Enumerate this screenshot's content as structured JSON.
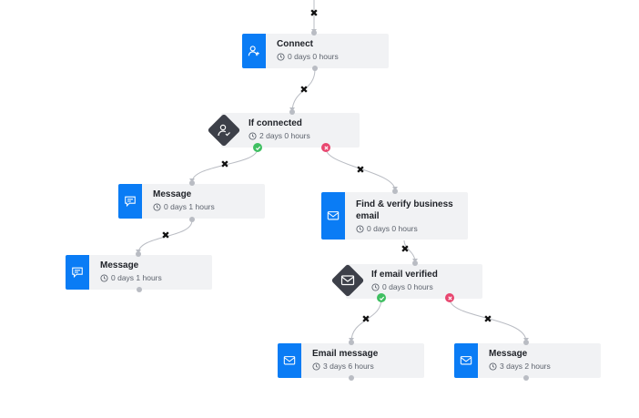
{
  "colors": {
    "action": "#0a7cf5",
    "condition": "#3d4049",
    "node_bg": "#f1f2f4",
    "yes": "#3fbf61",
    "no": "#e8466f"
  },
  "steps": {
    "connect": {
      "title": "Connect",
      "duration": "0 days 0 hours",
      "icon": "person-add-icon"
    },
    "if_connected": {
      "title": "If connected",
      "duration": "2 days 0 hours",
      "icon": "person-check-icon"
    },
    "message1": {
      "title": "Message",
      "duration": "0 days 1 hours",
      "icon": "chat-message-icon"
    },
    "message2": {
      "title": "Message",
      "duration": "0 days 1 hours",
      "icon": "chat-message-icon"
    },
    "find_email": {
      "title": "Find & verify business email",
      "duration": "0 days 0 hours",
      "icon": "envelope-check-icon"
    },
    "if_email": {
      "title": "If email verified",
      "duration": "0 days 0 hours",
      "icon": "envelope-check-icon"
    },
    "email_message": {
      "title": "Email message",
      "duration": "3 days 6 hours",
      "icon": "envelope-icon"
    },
    "message3": {
      "title": "Message",
      "duration": "3 days 2 hours",
      "icon": "envelope-icon"
    }
  },
  "delete_glyph": "✖"
}
